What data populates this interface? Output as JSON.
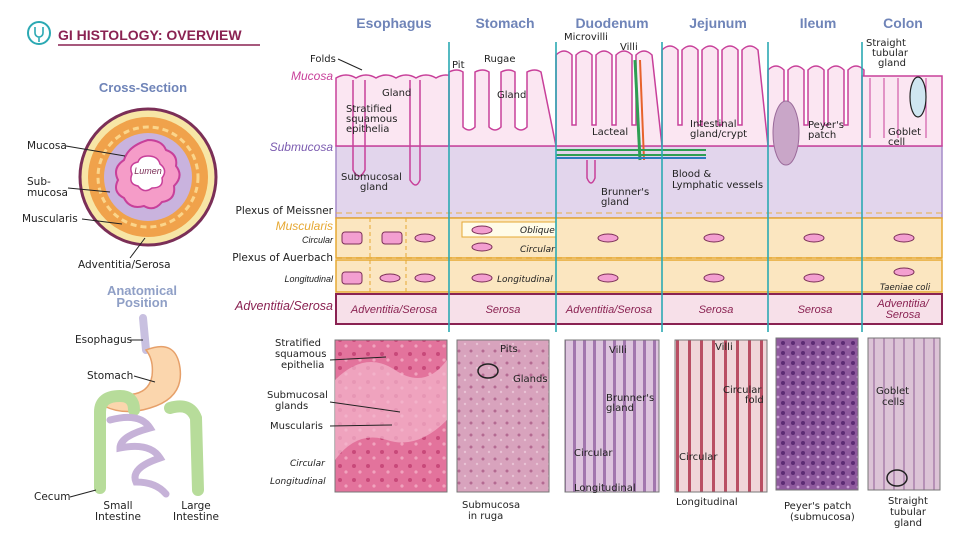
{
  "header": {
    "title": "GI HISTOLOGY: OVERVIEW",
    "icon": "stethoscope-icon"
  },
  "colors": {
    "mucosa": "#c8409a",
    "submucosa": "#7b5bb0",
    "muscularis": "#e6a833",
    "adventitia": "#8a2252",
    "column_title": "#6f84b8",
    "divider": "#2ba9b3",
    "header": "#8a2252"
  },
  "cross_section": {
    "title": "Cross-Section",
    "lumen": "Lumen",
    "labels": {
      "mucosa": "Mucosa",
      "submucosa_1": "Sub-",
      "submucosa_2": "mucosa",
      "muscularis": "Muscularis",
      "adventitia": "Adventitia/Serosa"
    }
  },
  "anatomical": {
    "title_1": "Anatomical",
    "title_2": "Position",
    "labels": {
      "esophagus": "Esophagus",
      "stomach": "Stomach",
      "cecum": "Cecum",
      "small_1": "Small",
      "small_2": "Intestine",
      "large_1": "Large",
      "large_2": "Intestine"
    }
  },
  "columns": [
    {
      "id": "esophagus",
      "title": "Esophagus",
      "serosa": "Adventitia/Serosa"
    },
    {
      "id": "stomach",
      "title": "Stomach",
      "serosa": "Serosa"
    },
    {
      "id": "duodenum",
      "title": "Duodenum",
      "serosa": "Adventitia/Serosa"
    },
    {
      "id": "jejunum",
      "title": "Jejunum",
      "serosa": "Serosa"
    },
    {
      "id": "ileum",
      "title": "Ileum",
      "serosa": "Serosa"
    },
    {
      "id": "colon",
      "title": "Colon",
      "serosa_1": "Adventitia/",
      "serosa_2": "Serosa"
    }
  ],
  "layers": {
    "mucosa": "Mucosa",
    "submucosa": "Submucosa",
    "meissner": "Plexus of Meissner",
    "muscularis": "Muscularis",
    "circular": "Circular",
    "auerbach": "Plexus of Auerbach",
    "longitudinal": "Longitudinal",
    "adventitia": "Adventitia/Serosa"
  },
  "diagram_labels": {
    "folds": "Folds",
    "gland_eso": "Gland",
    "strat_1": "Stratified",
    "strat_2": "squamous",
    "strat_3": "epithelia",
    "submucosal_1": "Submucosal",
    "submucosal_2": "gland",
    "pit": "Pit",
    "rugae": "Rugae",
    "gland_sto": "Gland",
    "oblique": "Oblique",
    "circular_sto": "Circular",
    "longitudinal_sto": "Longitudinal",
    "microvilli": "Microvilli",
    "villi": "Villi",
    "lacteal": "Lacteal",
    "brunners_1": "Brunner's",
    "brunners_2": "gland",
    "intestinal_1": "Intestinal",
    "intestinal_2": "gland/crypt",
    "blood_1": "Blood &",
    "blood_2": "Lymphatic vessels",
    "peyers_1": "Peyer's",
    "peyers_2": "patch",
    "straight_1": "Straight",
    "straight_2": "tubular",
    "straight_3": "gland",
    "goblet_1": "Goblet",
    "goblet_2": "cell",
    "taeniae": "Taeniae coli"
  },
  "micrograph_labels": {
    "strat_1": "Stratified",
    "strat_2": "squamous",
    "strat_3": "epithelia",
    "submucosal_1": "Submucosal",
    "submucosal_2": "glands",
    "muscularis": "Muscularis",
    "circular": "Circular",
    "longitudinal": "Longitudinal",
    "pits": "Pits",
    "glands": "Glands",
    "sub_ruga_1": "Submucosa",
    "sub_ruga_2": "in ruga",
    "villi_d": "Villi",
    "brunners_1": "Brunner's",
    "brunners_2": "gland",
    "circular_d": "Circular",
    "longitudinal_d": "Longitudinal",
    "villi_j": "Villi",
    "circfold_1": "Circular",
    "circfold_2": "fold",
    "circular_j": "Circular",
    "longitudinal_j": "Longitudinal",
    "peyers_1": "Peyer's patch",
    "peyers_2": "(submucosa)",
    "goblet_1": "Goblet",
    "goblet_2": "cells",
    "straight_1": "Straight",
    "straight_2": "tubular",
    "straight_3": "gland"
  }
}
